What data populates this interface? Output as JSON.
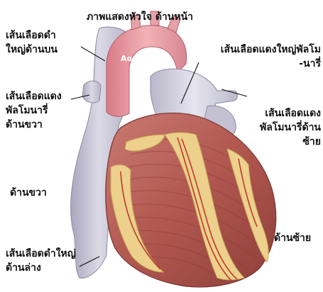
{
  "title": "ภาพแสดงหัวใจ ด้านหน้า",
  "labels": {
    "superior_vena_cava": "เส้นเลือดดำ\nใหญ่ด้านบน",
    "aorta": "Aorta",
    "pulmonary_trunk": "เส้นเลือดแดงใหญ่พัลโม\n-นารี่",
    "right_pulmonary_artery": "เส้นเลือดแดง\nพัลโมนารี่\nด้านขวา",
    "left_pulmonary_artery": "เส้นเลือดแดง\nพัลโมนารี่ด้าน\nซ้าย",
    "right_side": "ด้านขวา",
    "left_side": "ด้านซ้าย",
    "inferior_vena_cava": "เส้นเลือดดำใหญ่\nด้านล่าง"
  },
  "colors": {
    "vena_cava": "#c9c6d6",
    "aorta": "#e89aa2",
    "muscle": "#b8645f",
    "fat": "#ecd08c",
    "vessel_red": "#c0392b",
    "leader_line": "#111111"
  }
}
